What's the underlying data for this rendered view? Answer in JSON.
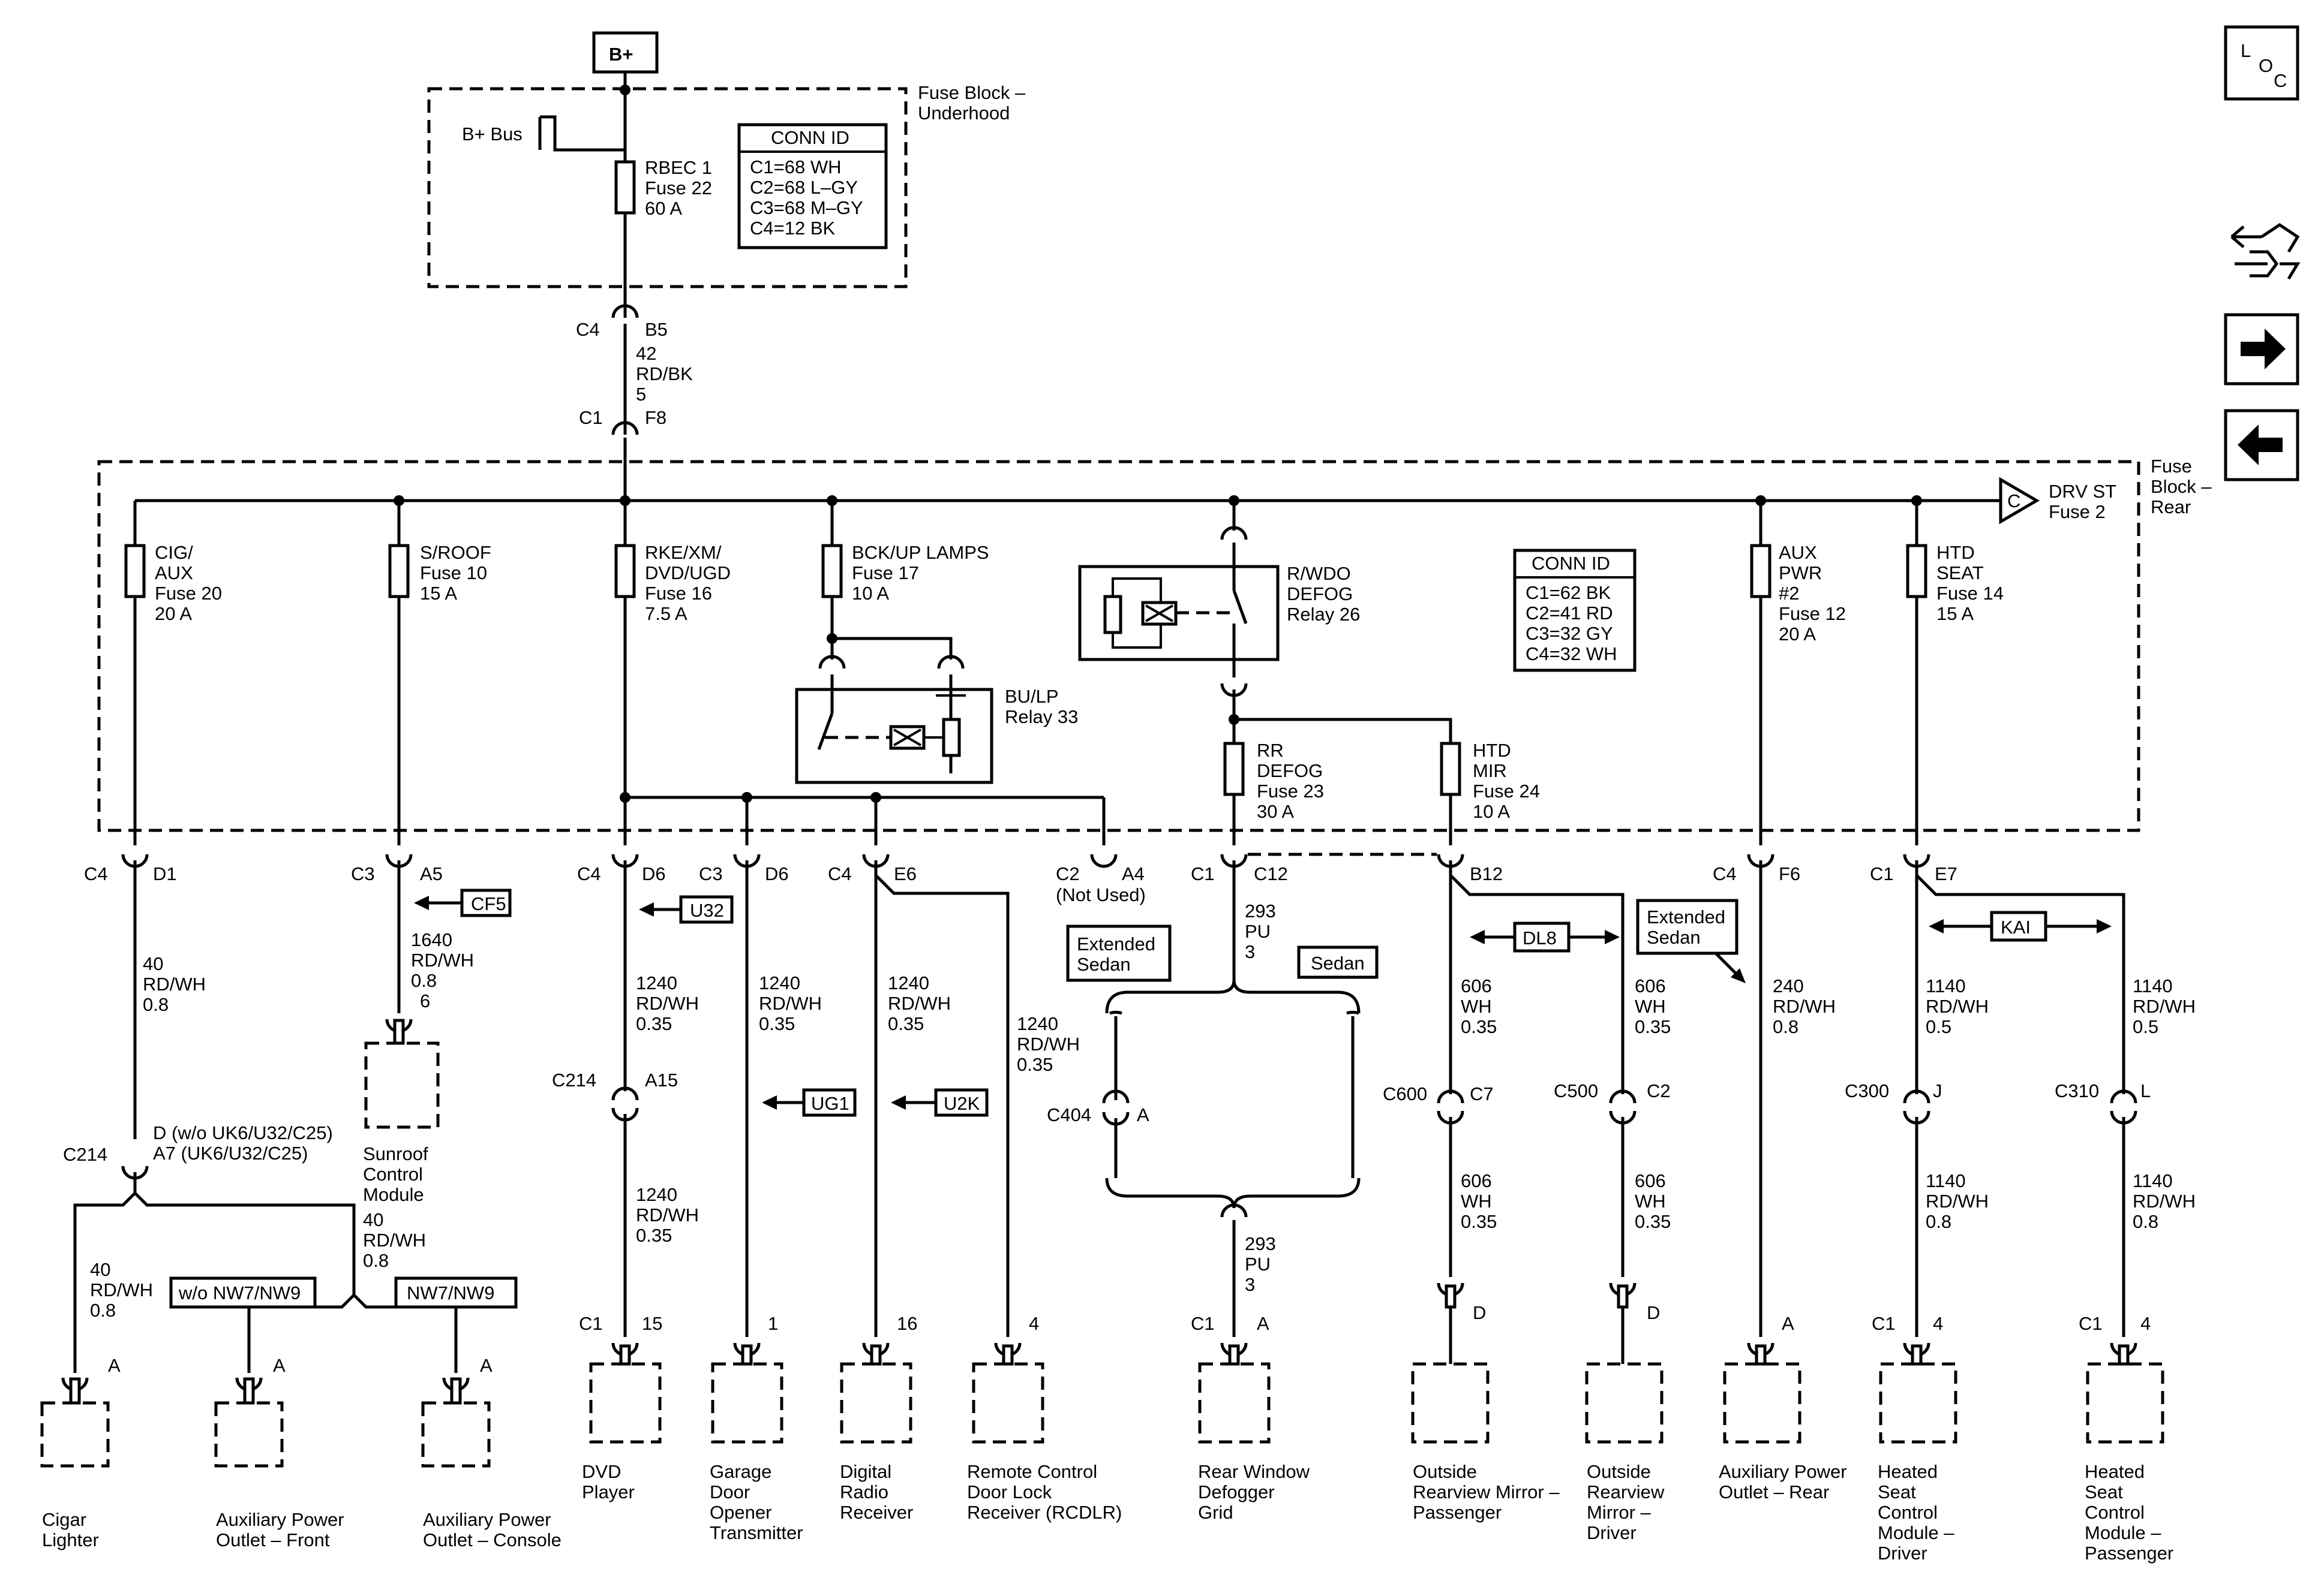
{
  "source": {
    "bplus": "B+"
  },
  "fuse_block_underhood": {
    "title_line1": "Fuse Block –",
    "title_line2": "Underhood",
    "bus_label": "B+ Bus",
    "fuse": [
      "RBEC 1",
      "Fuse 22",
      "60 A"
    ],
    "conn_id_title": "CONN ID",
    "conn_id": [
      "C1=68 WH",
      "C2=68 L–GY",
      "C3=68 M–GY",
      "C4=12 BK"
    ]
  },
  "feed": {
    "top_conn": "C4",
    "top_pin": "B5",
    "wire": [
      "42",
      "RD/BK",
      "5"
    ],
    "bot_conn": "C1",
    "bot_pin": "F8"
  },
  "fuse_block_rear": {
    "title_line1": "Fuse",
    "title_line2": "Block –",
    "title_line3": "Rear",
    "offpage_letter": "C",
    "offpage_label": [
      "DRV ST",
      "Fuse 2"
    ],
    "conn_id_title": "CONN ID",
    "conn_id": [
      "C1=62 BK",
      "C2=41 RD",
      "C3=32 GY",
      "C4=32 WH"
    ]
  },
  "fuses": {
    "cig": [
      "CIG/",
      "AUX",
      "Fuse 20",
      "20 A"
    ],
    "sroof": [
      "S/ROOF",
      "Fuse 10",
      "15 A"
    ],
    "rke": [
      "RKE/XM/",
      "DVD/UGD",
      "Fuse 16",
      "7.5 A"
    ],
    "bckup": [
      "BCK/UP LAMPS",
      "Fuse 17",
      "10 A"
    ],
    "rrdefog": [
      "RR",
      "DEFOG",
      "Fuse 23",
      "30 A"
    ],
    "htdmir": [
      "HTD",
      "MIR",
      "Fuse 24",
      "10 A"
    ],
    "auxpwr": [
      "AUX",
      "PWR",
      "#2",
      "Fuse 12",
      "20 A"
    ],
    "htdseat": [
      "HTD",
      "SEAT",
      "Fuse 14",
      "15 A"
    ]
  },
  "relays": {
    "rwdo": [
      "R/WDO",
      "DEFOG",
      "Relay 26"
    ],
    "bulp": [
      "BU/LP",
      "Relay 33"
    ]
  },
  "connectors": {
    "cig": [
      "C4",
      "D1"
    ],
    "sroof": [
      "C3",
      "A5"
    ],
    "dvd": [
      "C4",
      "D6"
    ],
    "garage": [
      "C3",
      "D6"
    ],
    "radio": [
      "C4",
      "E6"
    ],
    "notused": [
      "C2",
      "A4",
      "(Not Used)"
    ],
    "rrdefog": [
      "C1",
      "C12"
    ],
    "mirror": [
      "B12"
    ],
    "aux": [
      "C4",
      "F6"
    ],
    "seat": [
      "C1",
      "E7"
    ]
  },
  "option_tags": {
    "cf5": "CF5",
    "u32": "U32",
    "ug1": "UG1",
    "u2k": "U2K",
    "dl8": "DL8",
    "kai": "KAI",
    "wo_nw7": "w/o NW7/NW9",
    "nw7": "NW7/NW9",
    "ext_sedan": [
      "Extended",
      "Sedan"
    ],
    "sedan": "Sedan",
    "ext_sedan2": [
      "Extended",
      "Sedan"
    ]
  },
  "wires": {
    "cig": [
      "40",
      "RD/WH",
      "0.8"
    ],
    "sroof": [
      "1640",
      "RD/WH",
      "0.8",
      "6"
    ],
    "dvd1": [
      "1240",
      "RD/WH",
      "0.35"
    ],
    "dvd2": [
      "1240",
      "RD/WH",
      "0.35"
    ],
    "garage": [
      "1240",
      "RD/WH",
      "0.35"
    ],
    "radio": [
      "1240",
      "RD/WH",
      "0.35"
    ],
    "rcdlr": [
      "1240",
      "RD/WH",
      "0.35"
    ],
    "defog1": [
      "293",
      "PU",
      "3"
    ],
    "defog2": [
      "293",
      "PU",
      "3"
    ],
    "mirp1": [
      "606",
      "WH",
      "0.35"
    ],
    "mirp2": [
      "606",
      "WH",
      "0.35"
    ],
    "mird1": [
      "606",
      "WH",
      "0.35"
    ],
    "mird2": [
      "606",
      "WH",
      "0.35"
    ],
    "aux": [
      "240",
      "RD/WH",
      "0.8"
    ],
    "seatd1": [
      "1140",
      "RD/WH",
      "0.5"
    ],
    "seatd2": [
      "1140",
      "RD/WH",
      "0.8"
    ],
    "seatp1": [
      "1140",
      "RD/WH",
      "0.5"
    ],
    "seatp2": [
      "1140",
      "RD/WH",
      "0.8"
    ],
    "aux_front": [
      "40",
      "RD/WH",
      "0.8"
    ],
    "cig_low": [
      "40",
      "RD/WH",
      "0.8"
    ]
  },
  "inline": {
    "c214_left": "C214",
    "c214_pins": [
      "D (w/o UK6/U32/C25)",
      "A7 (UK6/U32/C25)"
    ],
    "c214_dvd": [
      "C214",
      "A15"
    ],
    "c404": [
      "C404",
      "A"
    ],
    "c600": [
      "C600",
      "C7"
    ],
    "c500": [
      "C500",
      "C2"
    ],
    "c300": [
      "C300",
      "J"
    ],
    "c310": [
      "C310",
      "L"
    ]
  },
  "components": {
    "cigar": {
      "pin": "A",
      "name": [
        "Cigar",
        "Lighter"
      ]
    },
    "aux_front": {
      "pin": "A",
      "name": [
        "Auxiliary Power",
        "Outlet – Front"
      ]
    },
    "aux_console": {
      "pin": "A",
      "name": [
        "Auxiliary Power",
        "Outlet – Console"
      ]
    },
    "sunroof": {
      "name": [
        "Sunroof",
        "Control",
        "Module"
      ]
    },
    "dvd": {
      "conn": "C1",
      "pin": "15",
      "name": [
        "DVD",
        "Player"
      ]
    },
    "garage": {
      "pin": "1",
      "name": [
        "Garage",
        "Door",
        "Opener",
        "Transmitter"
      ]
    },
    "radio": {
      "pin": "16",
      "name": [
        "Digital",
        "Radio",
        "Receiver"
      ]
    },
    "rcdlr": {
      "pin": "4",
      "name": [
        "Remote Control",
        "Door Lock",
        "Receiver (RCDLR)"
      ]
    },
    "defogger": {
      "conn": "C1",
      "pin": "A",
      "name": [
        "Rear Window",
        "Defogger",
        "Grid"
      ]
    },
    "mir_pass": {
      "pin": "D",
      "name": [
        "Outside",
        "Rearview Mirror –",
        "Passenger"
      ]
    },
    "mir_drv": {
      "pin": "D",
      "name": [
        "Outside",
        "Rearview",
        "Mirror –",
        "Driver"
      ]
    },
    "aux_rear": {
      "pin": "A",
      "name": [
        "Auxiliary Power",
        "Outlet – Rear"
      ]
    },
    "seat_drv": {
      "conn": "C1",
      "pin": "4",
      "name": [
        "Heated",
        "Seat",
        "Control",
        "Module –",
        "Driver"
      ]
    },
    "seat_pass": {
      "conn": "C1",
      "pin": "4",
      "name": [
        "Heated",
        "Seat",
        "Control",
        "Module –",
        "Passenger"
      ]
    }
  },
  "nav": {
    "loc_l": "L",
    "loc_o": "O",
    "loc_c": "C"
  }
}
